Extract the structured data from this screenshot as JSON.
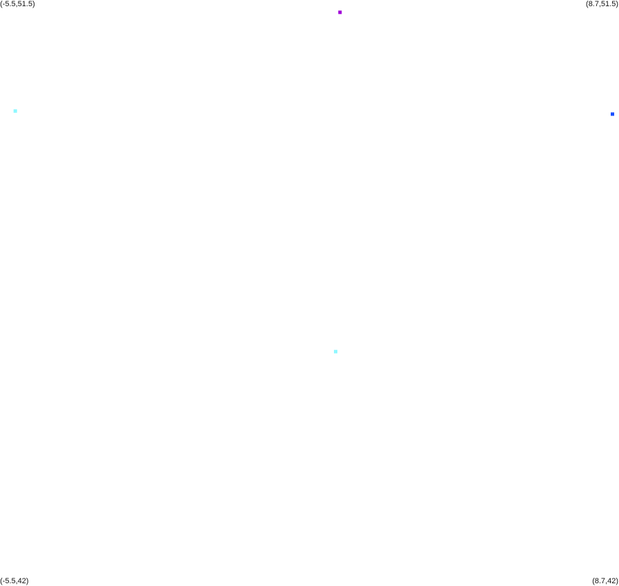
{
  "map": {
    "corners": {
      "top_left": "(-5.5,51.5)",
      "top_right": "(8.7,51.5)",
      "bottom_left": "(-5.5,42)",
      "bottom_right": "(8.7,42)"
    },
    "bounds": {
      "lon_min": -5.5,
      "lon_max": 8.7,
      "lat_min": 42,
      "lat_max": 51.5
    },
    "points": [
      {
        "lon": 2.3,
        "lat": 51.3,
        "color": "#a000d8"
      },
      {
        "lon": -5.15,
        "lat": 49.7,
        "color": "#8ff8ff"
      },
      {
        "lon": 8.55,
        "lat": 49.65,
        "color": "#1a50ff"
      },
      {
        "lon": 2.2,
        "lat": 45.8,
        "color": "#8ff8ff"
      }
    ]
  }
}
